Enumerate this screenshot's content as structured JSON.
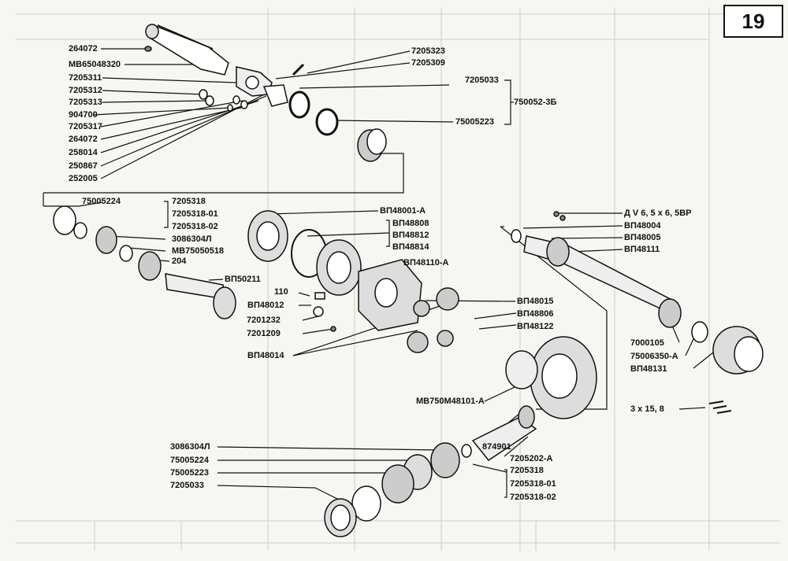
{
  "page_number": "19",
  "colors": {
    "ink": "#111111",
    "paper": "#f6f6f2",
    "ghost": "#c9c9c2"
  },
  "parts": {
    "p264072_a": "264072",
    "mb65048320": "МВ65048320",
    "p7205311": "7205311",
    "p7205312": "7205312",
    "p7205313": "7205313",
    "p904700": "904700",
    "p7205317": "7205317",
    "p264072_b": "264072",
    "p258014": "258014",
    "p250867": "250867",
    "p252005": "252005",
    "p7205323": "7205323",
    "p7205309": "7205309",
    "p7205033_a": "7205033",
    "p750052_3b": "750052-3Б",
    "p75005223_a": "75005223",
    "p75005224_a": "75005224",
    "p7205318_a": "7205318",
    "p7205318_01a": "7205318-01",
    "p7205318_02a": "7205318-02",
    "p3086304l_a": "3086304Л",
    "mb75050518": "МВ75050518",
    "p204": "204",
    "vp50211": "ВП50211",
    "vp48001a": "ВП48001-А",
    "vp48808": "ВП48808",
    "vp48812": "ВП48812",
    "vp48814": "ВП48814",
    "vp48110a": "ВП48110-А",
    "p110": "110",
    "vp48012": "ВП48012",
    "p7201232": "7201232",
    "p7201209": "7201209",
    "vp48014": "ВП48014",
    "vp48015": "ВП48015",
    "vp48806": "ВП48806",
    "vp48122": "ВП48122",
    "dv": "Д V 6, 5 x 6, 5ВР",
    "vp48004": "ВП48004",
    "vp48005": "ВП48005",
    "vp48111": "ВП48111",
    "p7000105": "7000105",
    "p75006350a": "75006350-А",
    "vp48131": "ВП48131",
    "p3x15_8": "3 x 15, 8",
    "mb750m48101a": "МВ750М48101-А",
    "p874901": "874901",
    "p7205202a": "7205202-А",
    "p3086304l_b": "3086304Л",
    "p75005224_b": "75005224",
    "p75005223_b": "75005223",
    "p7205033_b": "7205033",
    "p7205318_b": "7205318",
    "p7205318_01b": "7205318-01",
    "p7205318_02b": "7205318-02"
  }
}
